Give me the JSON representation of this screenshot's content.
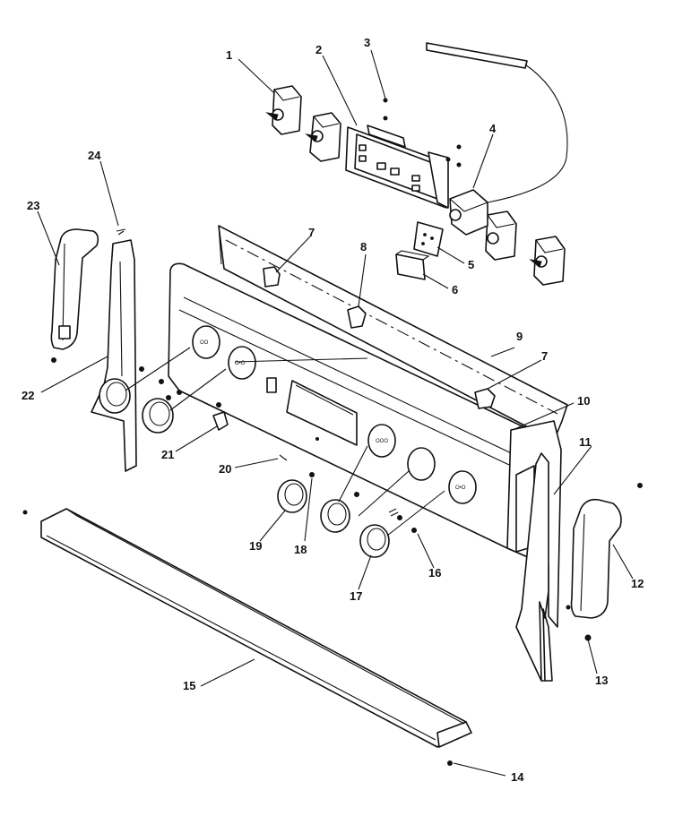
{
  "callouts": [
    {
      "id": "1",
      "label": "1"
    },
    {
      "id": "2",
      "label": "2"
    },
    {
      "id": "3",
      "label": "3"
    },
    {
      "id": "4",
      "label": "4"
    },
    {
      "id": "5",
      "label": "5"
    },
    {
      "id": "6",
      "label": "6"
    },
    {
      "id": "7a",
      "label": "7"
    },
    {
      "id": "7b",
      "label": "7"
    },
    {
      "id": "8",
      "label": "8"
    },
    {
      "id": "9",
      "label": "9"
    },
    {
      "id": "10",
      "label": "10"
    },
    {
      "id": "11",
      "label": "11"
    },
    {
      "id": "12",
      "label": "12"
    },
    {
      "id": "13",
      "label": "13"
    },
    {
      "id": "14",
      "label": "14"
    },
    {
      "id": "15",
      "label": "15"
    },
    {
      "id": "16",
      "label": "16"
    },
    {
      "id": "17",
      "label": "17"
    },
    {
      "id": "18",
      "label": "18"
    },
    {
      "id": "19",
      "label": "19"
    },
    {
      "id": "20",
      "label": "20"
    },
    {
      "id": "21",
      "label": "21"
    },
    {
      "id": "22",
      "label": "22"
    },
    {
      "id": "23",
      "label": "23"
    },
    {
      "id": "24",
      "label": "24"
    }
  ],
  "knob_marks": {
    "mark1": "OO",
    "mark2": "O•O",
    "mark3": "OOO",
    "mark4": "O•O"
  }
}
